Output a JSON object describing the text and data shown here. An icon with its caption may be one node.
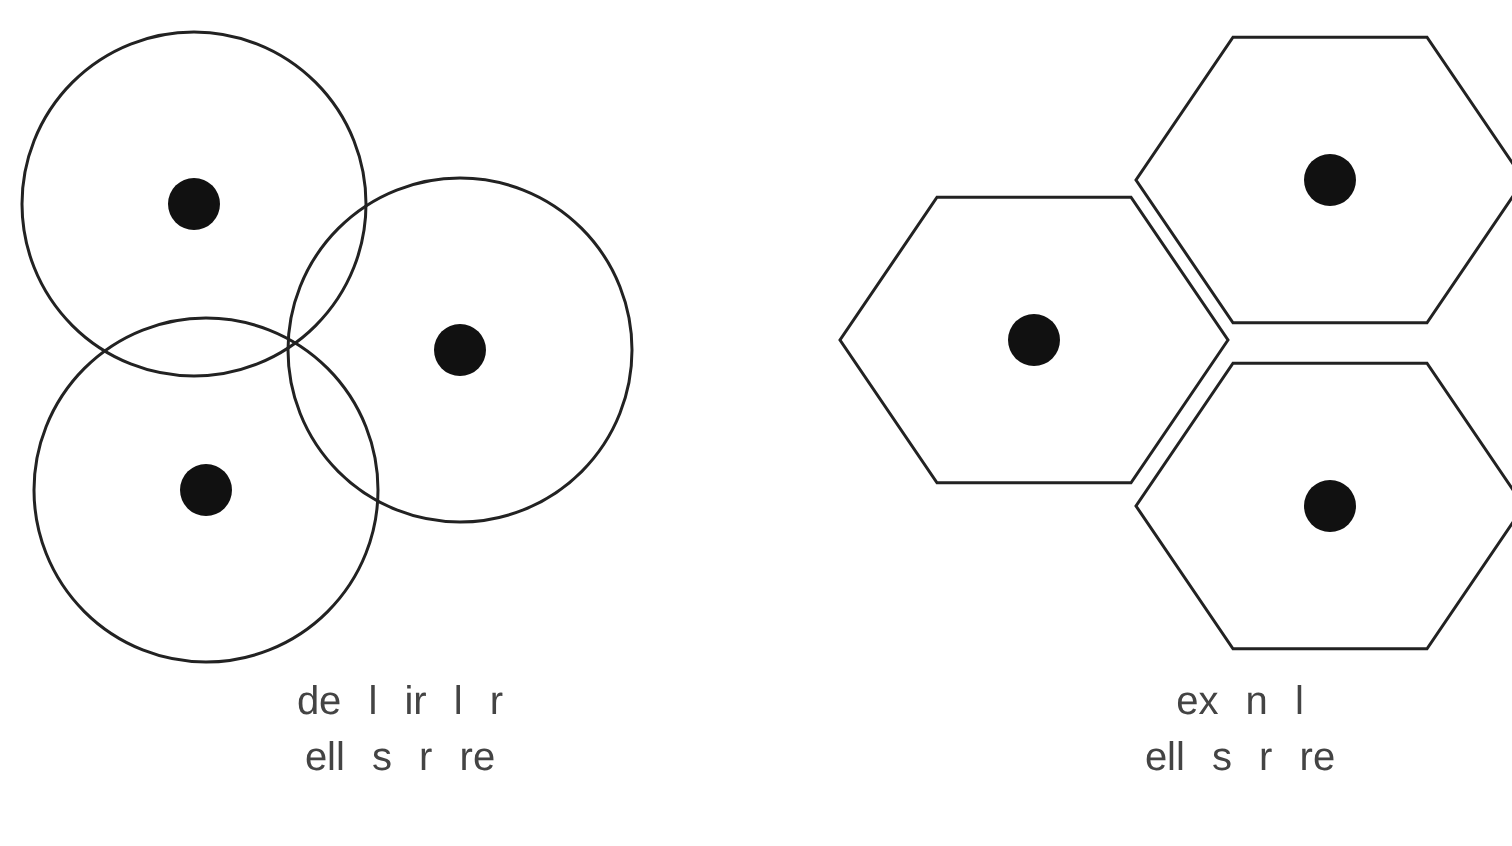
{
  "diagram": {
    "labels": [
      "de l ir l r",
      "ell s r re",
      "ex n l",
      "ell s r re"
    ]
  }
}
